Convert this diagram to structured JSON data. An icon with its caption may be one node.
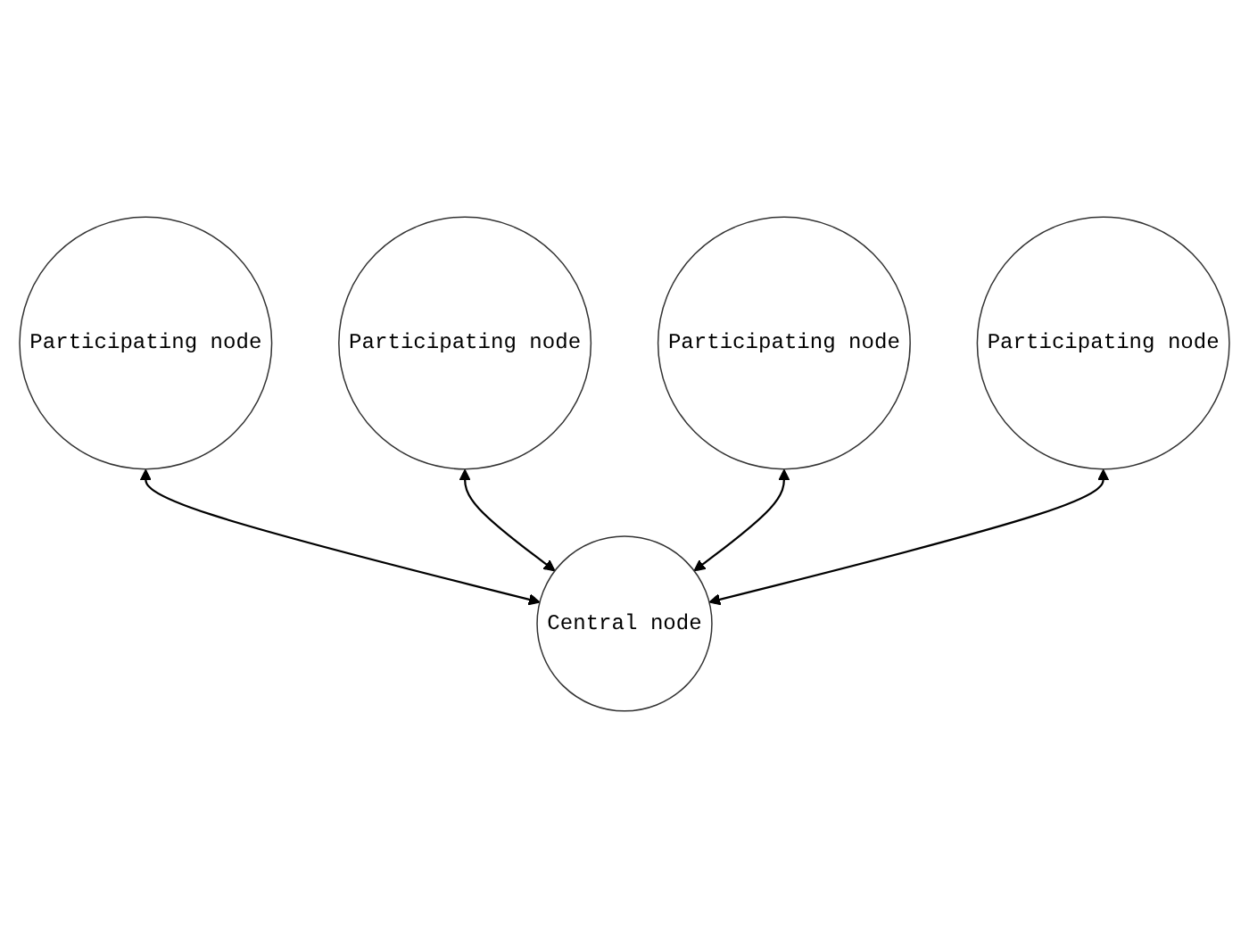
{
  "diagram": {
    "nodes": [
      {
        "text": [
          "Participating node"
        ]
      },
      {
        "text": [
          "Participating node"
        ]
      },
      {
        "text": [
          "Central node"
        ]
      },
      {
        "text": [
          "Participating node"
        ]
      },
      {
        "text": [
          "Participating node"
        ]
      }
    ],
    "edges": [
      {
        "from": 0,
        "to": 2,
        "arrow": "both"
      },
      {
        "from": 1,
        "to": 2,
        "arrow": "both"
      },
      {
        "from": 3,
        "to": 2,
        "arrow": "both"
      },
      {
        "from": 4,
        "to": 2,
        "arrow": "both"
      }
    ]
  }
}
